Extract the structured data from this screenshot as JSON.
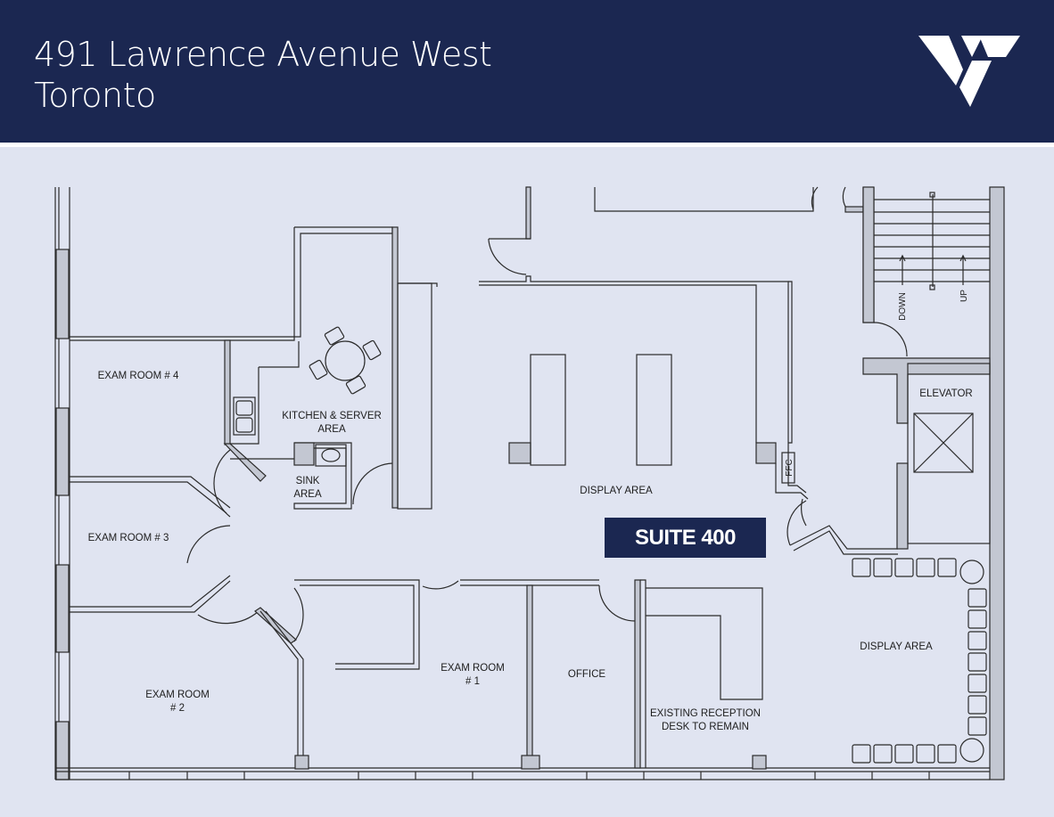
{
  "header": {
    "address_line1": "491 Lawrence Avenue West",
    "address_line2": "Toronto",
    "logo_icon": "brand-logo-icon"
  },
  "suite_label": "SUITE 400",
  "rooms": {
    "exam4": "EXAM ROOM # 4",
    "exam3": "EXAM ROOM # 3",
    "exam2_l1": "EXAM ROOM",
    "exam2_l2": "# 2",
    "exam1_l1": "EXAM ROOM",
    "exam1_l2": "# 1",
    "office": "OFFICE",
    "kitchen_l1": "KITCHEN & SERVER",
    "kitchen_l2": "AREA",
    "sink_l1": "SINK",
    "sink_l2": "AREA",
    "display_center": "DISPLAY AREA",
    "display_right": "DISPLAY AREA",
    "elevator": "ELEVATOR",
    "reception_l1": "EXISTING RECEPTION",
    "reception_l2": "DESK TO REMAIN",
    "ffc": "FFC",
    "stair_down": "DOWN",
    "stair_up": "UP"
  },
  "colors": {
    "header_bg": "#1b2751",
    "plan_bg": "#e0e4f1",
    "wall_fill": "#c3c7d2",
    "line": "#2b2b2b"
  }
}
